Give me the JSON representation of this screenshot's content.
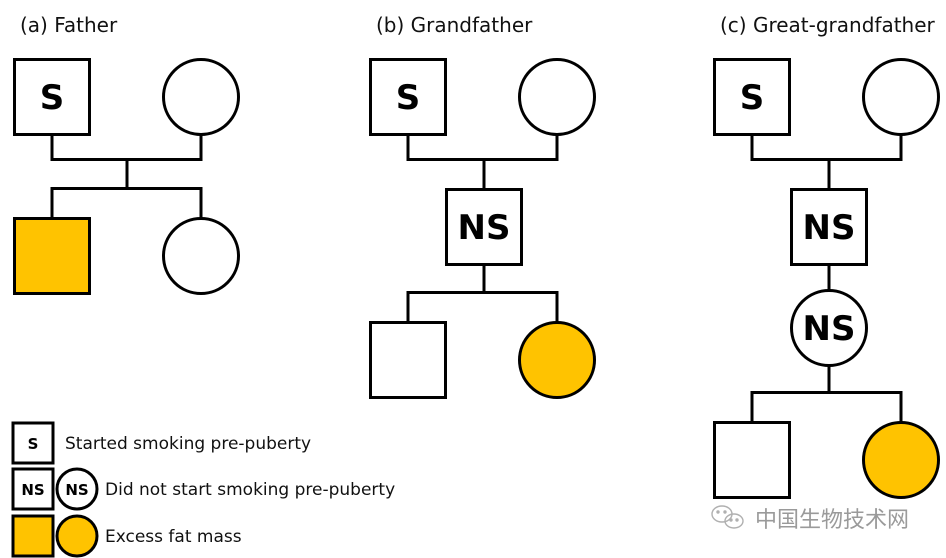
{
  "colors": {
    "affected_fill": "#FFC300",
    "unaffected_fill": "#FFFFFF",
    "stroke": "#000000",
    "watermark": "#9a9a9a"
  },
  "panels": [
    {
      "id": "a",
      "title": "(a) Father",
      "generations": [
        [
          {
            "sex": "male",
            "label": "S",
            "affected": false
          },
          {
            "sex": "female",
            "label": "",
            "affected": false
          }
        ],
        [
          {
            "sex": "male",
            "label": "",
            "affected": true
          },
          {
            "sex": "female",
            "label": "",
            "affected": false
          }
        ]
      ]
    },
    {
      "id": "b",
      "title": "(b) Grandfather",
      "generations": [
        [
          {
            "sex": "male",
            "label": "S",
            "affected": false
          },
          {
            "sex": "female",
            "label": "",
            "affected": false
          }
        ],
        [
          {
            "sex": "male",
            "label": "NS",
            "affected": false
          }
        ],
        [
          {
            "sex": "male",
            "label": "",
            "affected": false
          },
          {
            "sex": "female",
            "label": "",
            "affected": true
          }
        ]
      ]
    },
    {
      "id": "c",
      "title": "(c) Great-grandfather",
      "generations": [
        [
          {
            "sex": "male",
            "label": "S",
            "affected": false
          },
          {
            "sex": "female",
            "label": "",
            "affected": false
          }
        ],
        [
          {
            "sex": "male",
            "label": "NS",
            "affected": false
          }
        ],
        [
          {
            "sex": "female",
            "label": "NS",
            "affected": false
          }
        ],
        [
          {
            "sex": "male",
            "label": "",
            "affected": false
          },
          {
            "sex": "female",
            "label": "",
            "affected": true
          }
        ]
      ]
    }
  ],
  "legend": [
    {
      "symbols": [
        {
          "sex": "male",
          "label": "S",
          "affected": false
        }
      ],
      "text": "Started smoking pre-puberty"
    },
    {
      "symbols": [
        {
          "sex": "male",
          "label": "NS",
          "affected": false
        },
        {
          "sex": "female",
          "label": "NS",
          "affected": false
        }
      ],
      "text": "Did not start smoking pre-puberty"
    },
    {
      "symbols": [
        {
          "sex": "male",
          "label": "",
          "affected": true
        },
        {
          "sex": "female",
          "label": "",
          "affected": true
        }
      ],
      "text": "Excess fat mass"
    }
  ],
  "watermark": {
    "icon": "wechat-icon",
    "text": "中国生物技术网"
  }
}
